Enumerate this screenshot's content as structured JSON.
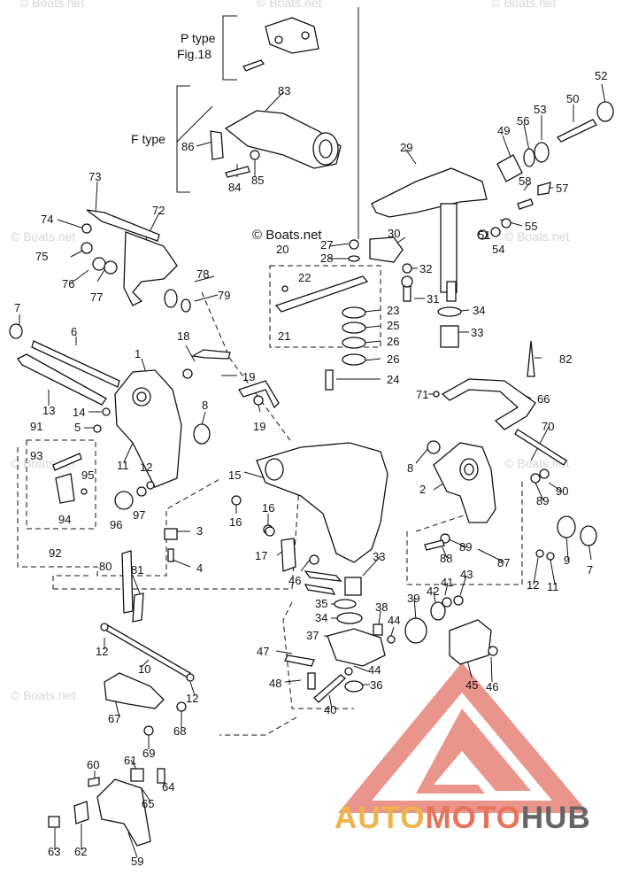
{
  "watermarks": {
    "small": [
      "© Boats.net",
      "© Boats.net",
      "© Boats.net",
      "© Boats.net",
      "© Boats.net",
      "© Boats.net",
      "© Boats.net",
      "© Boats.net"
    ],
    "center": "© Boats.net"
  },
  "groups": {
    "p_type_line1": "P type",
    "p_type_line2": "Fig.18",
    "f_type": "F type"
  },
  "part_numbers": [
    "1",
    "2",
    "3",
    "4",
    "5",
    "6",
    "7",
    "7",
    "8",
    "8",
    "9",
    "10",
    "11",
    "11",
    "12",
    "12",
    "12",
    "12",
    "13",
    "14",
    "15",
    "16",
    "16",
    "17",
    "18",
    "19",
    "19",
    "20",
    "21",
    "22",
    "23",
    "24",
    "25",
    "26",
    "26",
    "27",
    "28",
    "29",
    "30",
    "31",
    "32",
    "33",
    "33",
    "34",
    "34",
    "35",
    "36",
    "37",
    "38",
    "39",
    "40",
    "41",
    "42",
    "43",
    "44",
    "44",
    "45",
    "46",
    "46",
    "47",
    "48",
    "49",
    "50",
    "51",
    "52",
    "53",
    "54",
    "55",
    "56",
    "57",
    "58",
    "59",
    "60",
    "61",
    "62",
    "63",
    "64",
    "65",
    "66",
    "67",
    "68",
    "69",
    "70",
    "71",
    "72",
    "73",
    "74",
    "75",
    "76",
    "77",
    "78",
    "79",
    "80",
    "81",
    "82",
    "83",
    "84",
    "85",
    "86",
    "87",
    "88",
    "89",
    "89",
    "90",
    "91",
    "92",
    "93",
    "94",
    "95",
    "96",
    "97"
  ],
  "brand": {
    "part1": "AUTO",
    "part2": "MOTO",
    "part3": "HUB",
    "color_auto": "#f0b24a",
    "color_moto": "#e8735a",
    "color_hub": "#666666",
    "logo_color": "#e88a80"
  }
}
